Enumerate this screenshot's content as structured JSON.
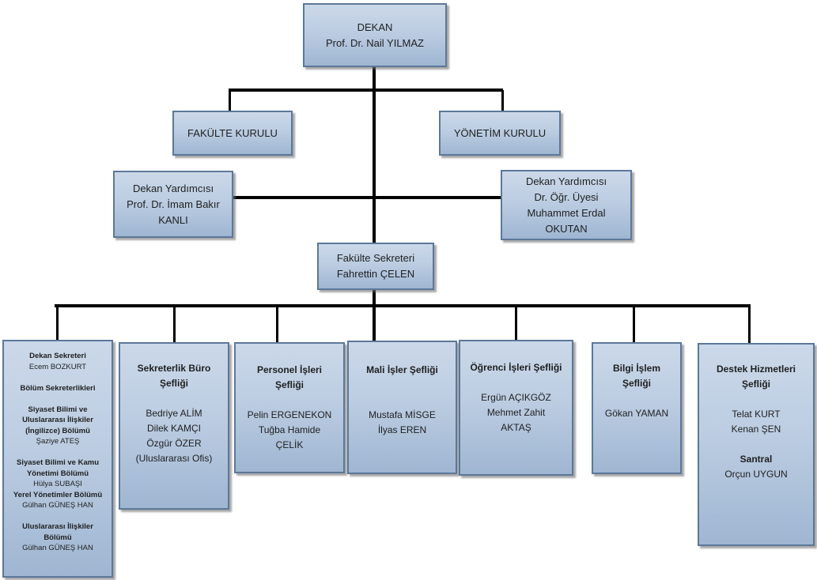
{
  "colors": {
    "box_fill_top": "#cbd8e9",
    "box_fill_bottom": "#9fb6d2",
    "box_border": "#5c7899",
    "connector": "#000000",
    "background": "#ffffff",
    "text": "#1f1f1f"
  },
  "boxes": {
    "dekan": {
      "lines": [
        {
          "t": "DEKAN"
        },
        {
          "t": "Prof. Dr. Nail YILMAZ"
        }
      ]
    },
    "fakulte_kurulu": {
      "lines": [
        {
          "t": "FAKÜLTE KURULU"
        }
      ]
    },
    "yonetim_kurulu": {
      "lines": [
        {
          "t": "YÖNETİM KURULU"
        }
      ]
    },
    "dekan_yardimcisi_sol": {
      "lines": [
        {
          "t": "Dekan Yardımcısı"
        },
        {
          "t": "Prof. Dr. İmam Bakır"
        },
        {
          "t": "KANLI"
        }
      ]
    },
    "dekan_yardimcisi_sag": {
      "lines": [
        {
          "t": "Dekan Yardımcısı"
        },
        {
          "t": "Dr. Öğr. Üyesi"
        },
        {
          "t": "Muhammet Erdal"
        },
        {
          "t": "OKUTAN"
        }
      ]
    },
    "fakulte_sekreteri": {
      "lines": [
        {
          "t": "Fakülte Sekreteri"
        },
        {
          "t": "Fahrettin ÇELEN"
        }
      ]
    },
    "dekan_sekreteri": {
      "lines": [
        {
          "t": "Dekan Sekreteri",
          "b": true
        },
        {
          "t": "Ecem BOZKURT"
        },
        {
          "t": ""
        },
        {
          "t": "Bölüm Sekreterlikleri",
          "b": true
        },
        {
          "t": ""
        },
        {
          "t": "Siyaset Bilimi ve",
          "b": true
        },
        {
          "t": "Uluslararası İlişkiler",
          "b": true
        },
        {
          "t": "(İngilizce) Bölümü",
          "b": true
        },
        {
          "t": "Şaziye ATEŞ"
        },
        {
          "t": ""
        },
        {
          "t": "Siyaset Bilimi ve Kamu",
          "b": true
        },
        {
          "t": "Yönetimi Bölümü",
          "b": true
        },
        {
          "t": "Hülya SUBAŞI"
        },
        {
          "t": "Yerel Yönetimler Bölümü",
          "b": true
        },
        {
          "t": "Gülhan GÜNEŞ HAN"
        },
        {
          "t": ""
        },
        {
          "t": "Uluslararası İlişkiler",
          "b": true
        },
        {
          "t": "Bölümü",
          "b": true
        },
        {
          "t": "Gülhan GÜNEŞ HAN"
        }
      ]
    },
    "sekreterlik_buro": {
      "lines": [
        {
          "t": "Sekreterlik Büro",
          "b": true
        },
        {
          "t": "Şefliği",
          "b": true
        },
        {
          "t": ""
        },
        {
          "t": "Bedriye ALİM"
        },
        {
          "t": "Dilek KAMÇI"
        },
        {
          "t": "Özgür ÖZER"
        },
        {
          "t": "(Uluslararası Ofis)"
        }
      ]
    },
    "personel_isleri": {
      "lines": [
        {
          "t": "Personel İşleri",
          "b": true
        },
        {
          "t": "Şefliği",
          "b": true
        },
        {
          "t": ""
        },
        {
          "t": "Pelin ERGENEKON"
        },
        {
          "t": "Tuğba Hamide"
        },
        {
          "t": "ÇELİK"
        }
      ]
    },
    "mali_isler": {
      "lines": [
        {
          "t": "Mali İşler Şefliği",
          "b": true
        },
        {
          "t": ""
        },
        {
          "t": ""
        },
        {
          "t": "Mustafa MİSGE"
        },
        {
          "t": "İlyas EREN"
        }
      ]
    },
    "ogrenci_isleri": {
      "lines": [
        {
          "t": "Öğrenci İşleri Şefliği",
          "b": true
        },
        {
          "t": ""
        },
        {
          "t": "Ergün AÇIKGÖZ"
        },
        {
          "t": "Mehmet Zahit"
        },
        {
          "t": "AKTAŞ"
        }
      ]
    },
    "bilgi_islem": {
      "lines": [
        {
          "t": "Bilgi İşlem",
          "b": true
        },
        {
          "t": "Şefliği",
          "b": true
        },
        {
          "t": ""
        },
        {
          "t": "Gökan YAMAN"
        }
      ]
    },
    "destek_hizmetleri": {
      "lines": [
        {
          "t": "Destek Hizmetleri",
          "b": true
        },
        {
          "t": "Şefliği",
          "b": true
        },
        {
          "t": ""
        },
        {
          "t": "Telat KURT"
        },
        {
          "t": "Kenan ŞEN"
        },
        {
          "t": ""
        },
        {
          "t": "Santral",
          "b": true
        },
        {
          "t": "Orçun UYGUN"
        }
      ]
    }
  }
}
